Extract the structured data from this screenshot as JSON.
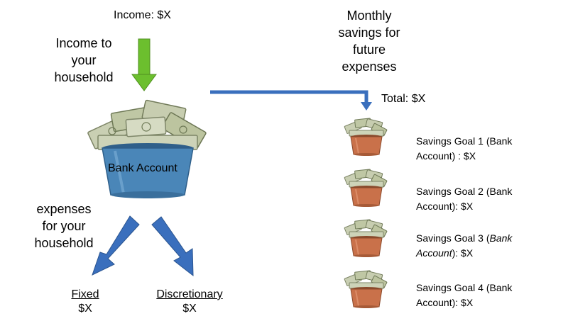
{
  "diagram": {
    "income_label": "Income: $X",
    "income_to_household": [
      "Income to",
      "your",
      "household"
    ],
    "monthly_savings": [
      "Monthly",
      "savings for",
      "future",
      "expenses"
    ],
    "total_label": "Total: $X",
    "bank_account_label": "Bank Account",
    "expenses_label": [
      "expenses",
      "for your",
      "household"
    ],
    "fixed": {
      "title": "Fixed",
      "value": "$X"
    },
    "discretionary": {
      "title": "Discretionary",
      "value": "$X"
    },
    "goals": [
      {
        "line1": "Savings Goal 1 (Bank",
        "line2": "Account) : $X"
      },
      {
        "line1": "Savings Goal 2 (Bank",
        "line2": "Account): $X"
      },
      {
        "line1_plain": "Savings Goal 3 (",
        "line1_italic": "Bank",
        "line2_italic": "Account",
        "line2_plain": "): $X"
      },
      {
        "line1": "Savings Goal 4 (Bank",
        "line2": "Account): $X"
      }
    ],
    "colors": {
      "green_arrow": "#6cbf2e",
      "blue_arrow": "#3a6fbd",
      "bucket_blue": "#4a86b8",
      "bucket_copper": "#c9714a",
      "money_green": "#b8c49a"
    }
  }
}
